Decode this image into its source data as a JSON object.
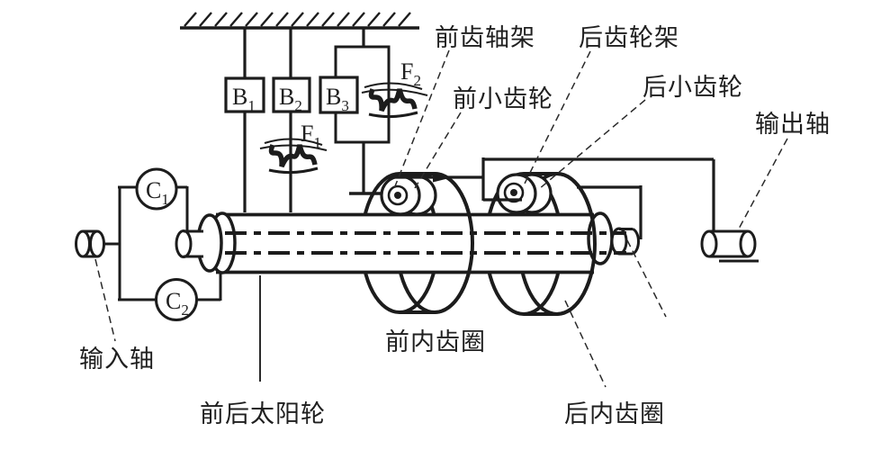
{
  "diagram": {
    "background": "#ffffff",
    "ink": "#1c1c1c",
    "components": {
      "b1": {
        "main": "B",
        "sub": "1"
      },
      "b2": {
        "main": "B",
        "sub": "2"
      },
      "b3": {
        "main": "B",
        "sub": "3"
      },
      "f1": {
        "main": "F",
        "sub": "1"
      },
      "f2": {
        "main": "F",
        "sub": "2"
      },
      "c1": {
        "main": "C",
        "sub": "1"
      },
      "c2": {
        "main": "C",
        "sub": "2"
      }
    },
    "labels": {
      "front_carrier": "前齿轴架",
      "rear_carrier": "后齿轮架",
      "front_pinion": "前小齿轮",
      "rear_pinion": "后小齿轮",
      "output_shaft": "输出轴",
      "input_shaft": "输入轴",
      "front_ring_gear": "前内齿圈",
      "rear_ring_gear": "后内齿圈",
      "sun_gears": "前后太阳轮"
    }
  }
}
